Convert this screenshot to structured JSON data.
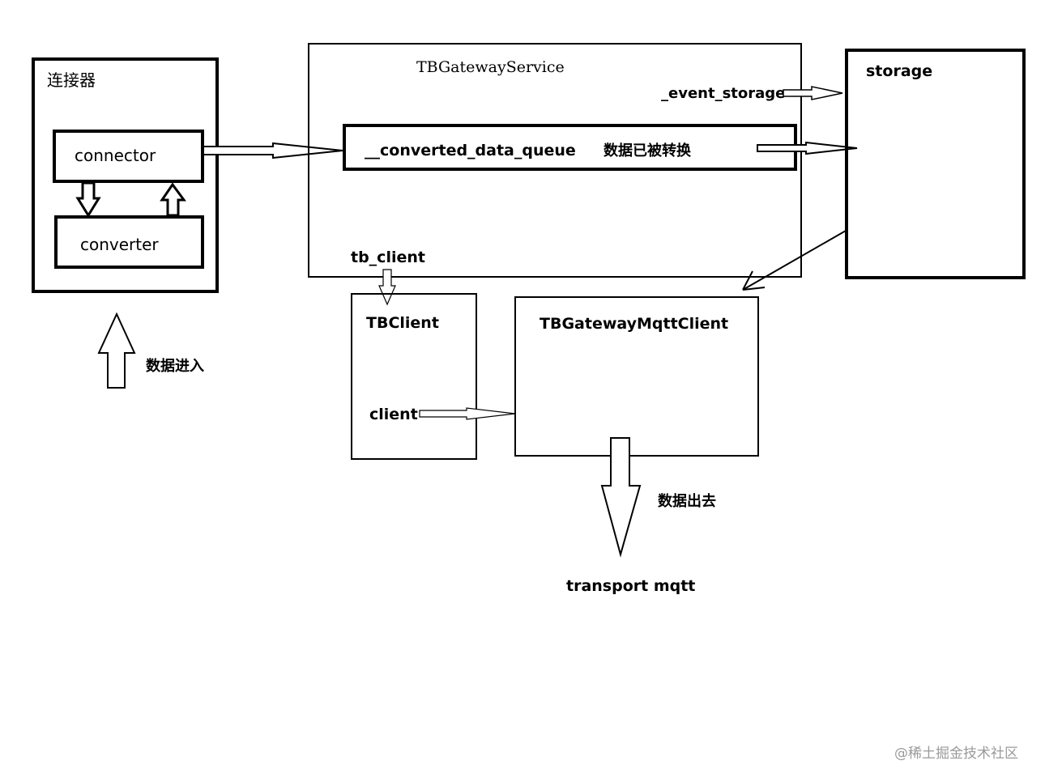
{
  "connector_box": {
    "title": "连接器",
    "connector": "connector",
    "converter": "converter"
  },
  "data_in": "数据进入",
  "gateway_service": {
    "title": "TBGatewayService",
    "event_storage": "_event_storage",
    "queue": "__converted_data_queue",
    "queue_note": "数据已被转换",
    "tb_client": "tb_client"
  },
  "storage": "storage",
  "tbclient": {
    "title": "TBClient",
    "client": "client"
  },
  "mqtt_client": "TBGatewayMqttClient",
  "data_out": "数据出去",
  "transport": "transport mqtt",
  "watermark": "@稀土掘金技术社区"
}
